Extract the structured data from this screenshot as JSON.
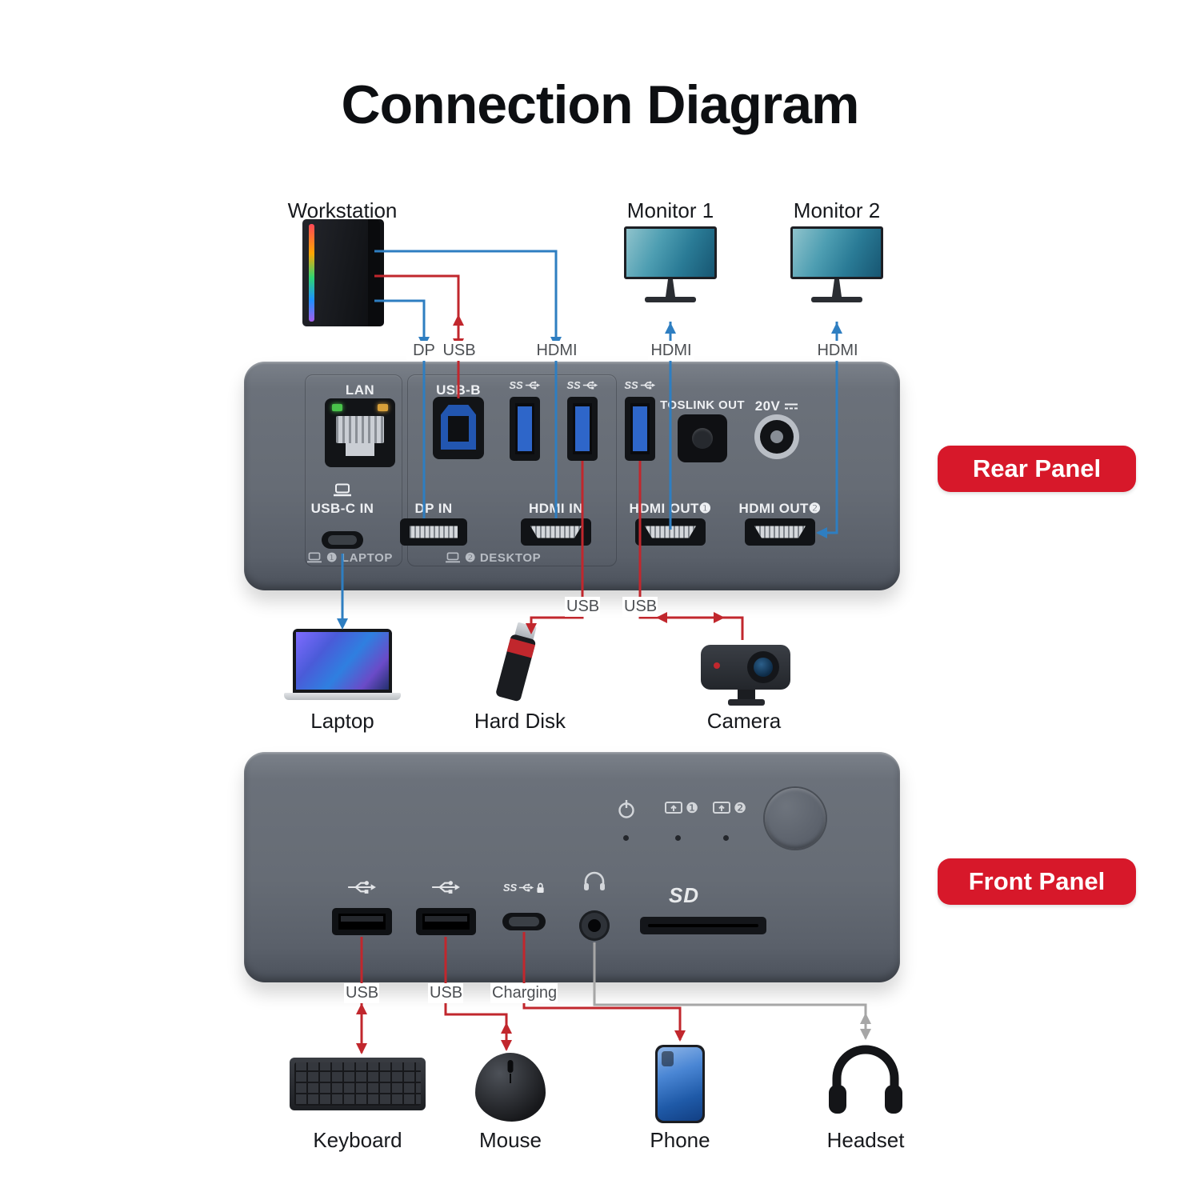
{
  "title": "Connection Diagram",
  "colors": {
    "badge_red": "#D7182A",
    "line_blue": "#2E7EC1",
    "line_red": "#C1272D",
    "line_gray": "#A6A6A6",
    "dock_gray": "#666C75"
  },
  "rear_section": {
    "badge": "Rear Panel",
    "workstation_label": "Workstation",
    "monitor1_label": "Monitor 1",
    "monitor2_label": "Monitor 2",
    "cable_labels": {
      "dp": "DP",
      "usb": "USB",
      "hdmi_workstation": "HDMI",
      "hdmi_monitor1": "HDMI",
      "hdmi_monitor2": "HDMI",
      "usb_harddisk": "USB",
      "usb_camera": "USB"
    },
    "ports": {
      "lan": "LAN",
      "usb_b": "USB-B",
      "ss": "SS",
      "toslink": "TOSLINK OUT",
      "power": "20V",
      "usb_c_in": "USB-C IN",
      "dp_in": "DP IN",
      "hdmi_in": "HDMI IN",
      "hdmi_out1": "HDMI OUT❶",
      "hdmi_out2": "HDMI OUT❷",
      "laptop_tag": "❶ LAPTOP",
      "desktop_tag": "❷ DESKTOP"
    },
    "laptop_label": "Laptop",
    "harddisk_label": "Hard Disk",
    "camera_label": "Camera"
  },
  "front_section": {
    "badge": "Front Panel",
    "indicator1": "❶",
    "indicator2": "❷",
    "ports": {
      "ss": "SS",
      "sd": "SD"
    },
    "cable_labels": {
      "usb_keyboard": "USB",
      "usb_mouse": "USB",
      "charging": "Charging"
    },
    "keyboard_label": "Keyboard",
    "mouse_label": "Mouse",
    "phone_label": "Phone",
    "headset_label": "Headset"
  }
}
